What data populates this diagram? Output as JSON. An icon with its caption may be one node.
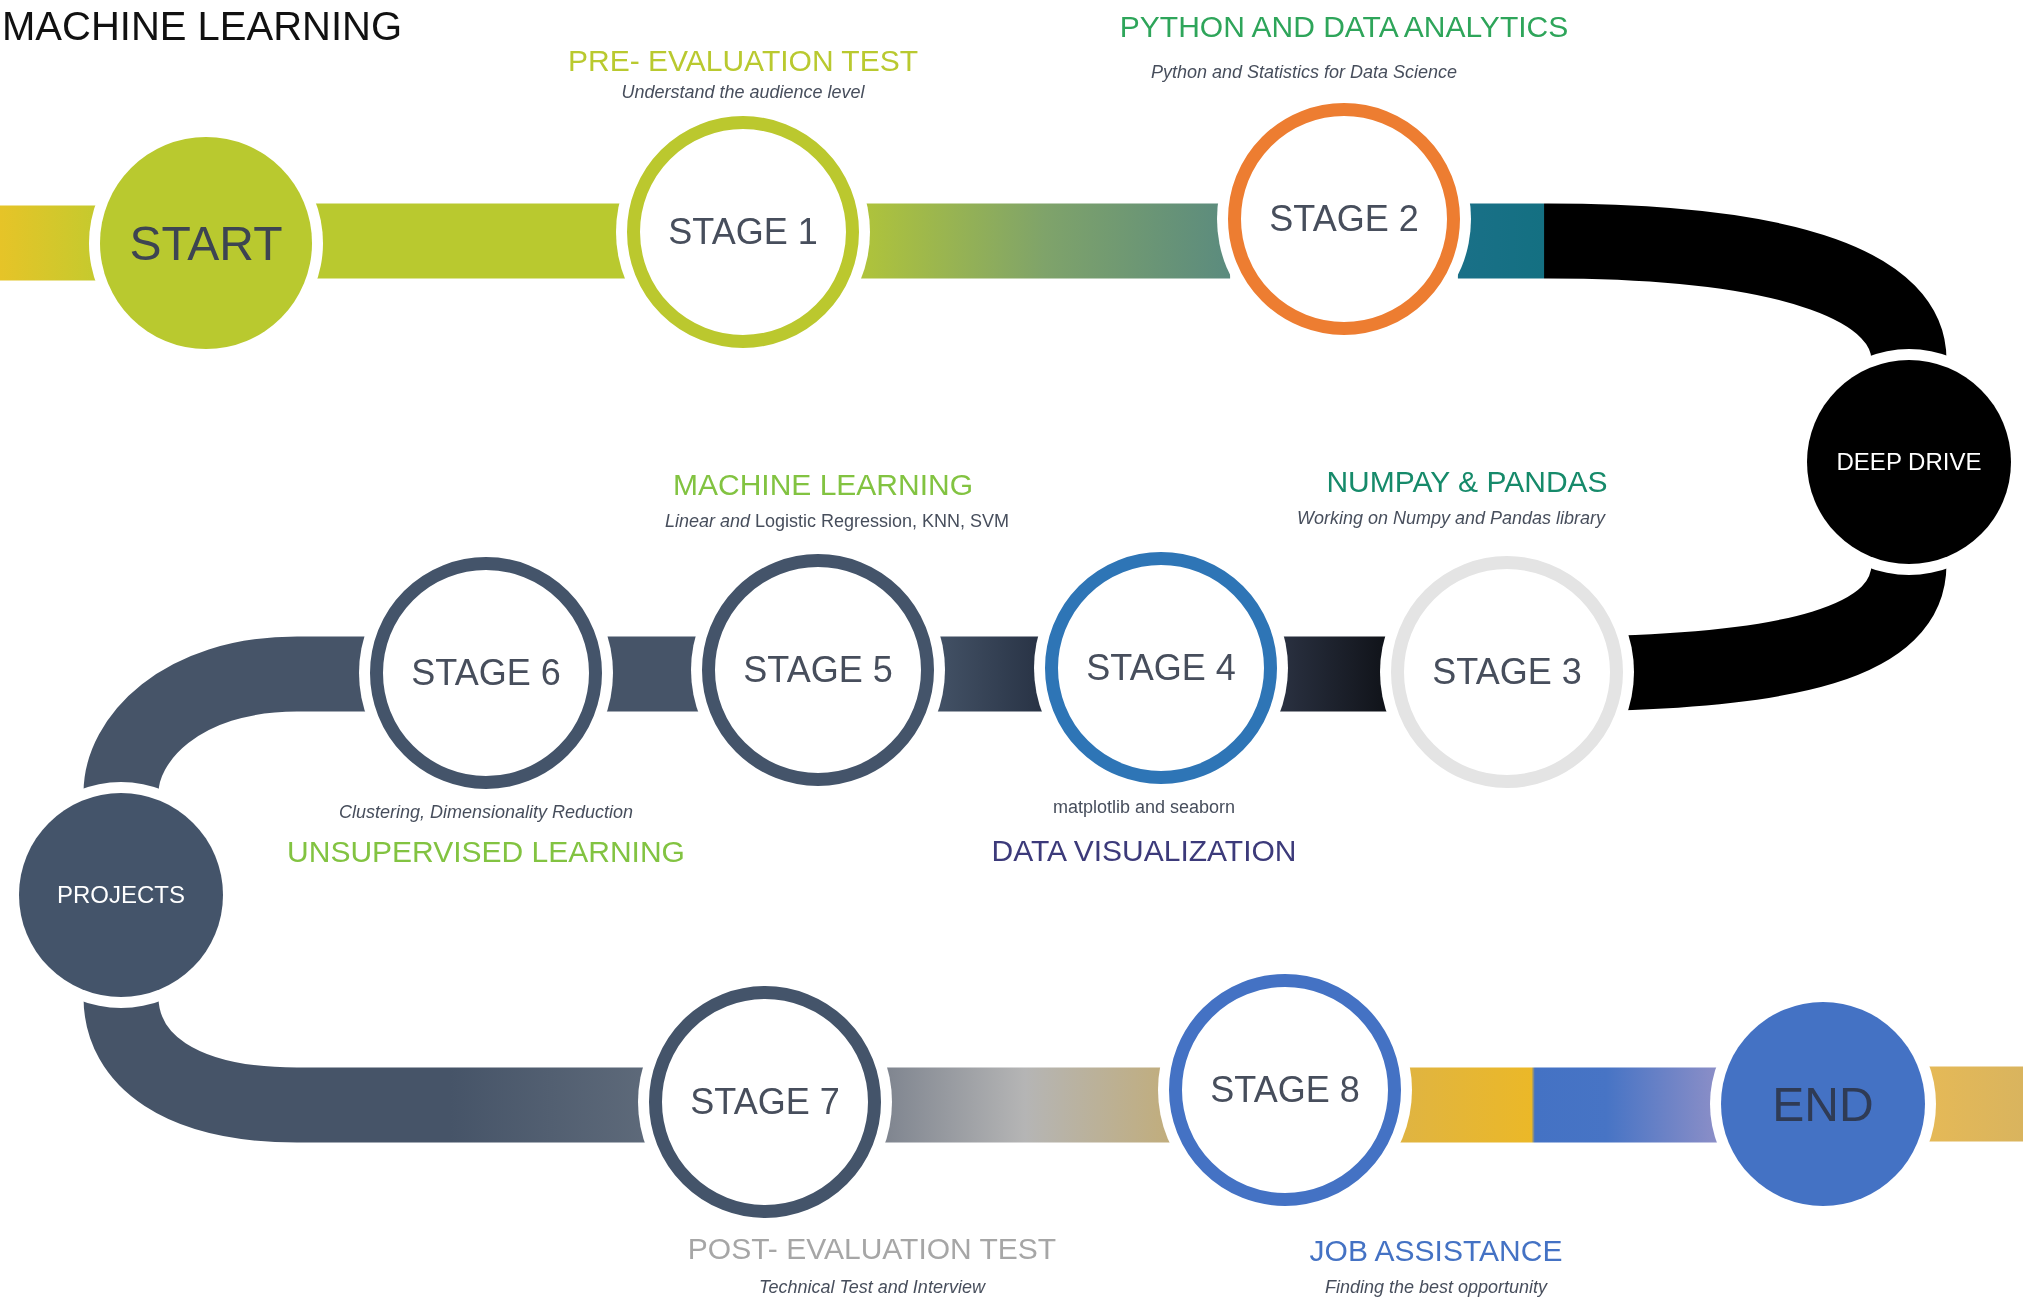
{
  "diagram": {
    "title": "MACHINE LEARNING",
    "nodes": [
      {
        "text": [
          "START"
        ]
      },
      {
        "text": [
          "STAGE 1"
        ],
        "beside": [
          "PRE- EVALUATION TEST",
          "Understand the audience level"
        ]
      },
      {
        "text": [
          "STAGE 2"
        ],
        "beside": [
          "PYTHON AND DATA ANALYTICS",
          "Python and Statistics for Data Science"
        ]
      },
      {
        "text": [
          "DEEP DRIVE"
        ]
      },
      {
        "text": [
          "STAGE 3"
        ],
        "beside": [
          "NUMPAY & PANDAS",
          "Working on Numpy and Pandas library"
        ]
      },
      {
        "text": [
          "STAGE 4"
        ],
        "beside": [
          "matplotlib  and seaborn",
          "DATA VISUALIZATION"
        ]
      },
      {
        "text": [
          "STAGE 5"
        ],
        "beside": [
          "MACHINE LEARNING",
          "*Linear and* Logistic Regression, KNN, SVM"
        ]
      },
      {
        "text": [
          "STAGE 6"
        ],
        "beside": [
          "Clustering, Dimensionality Reduction",
          "UNSUPERVISED LEARNING"
        ]
      },
      {
        "text": [
          "PROJECTS"
        ]
      },
      {
        "text": [
          "STAGE 7"
        ],
        "beside": [
          "POST- EVALUATION TEST",
          "Technical Test and Interview"
        ]
      },
      {
        "text": [
          "STAGE 8"
        ],
        "beside": [
          "JOB ASSISTANCE",
          "Finding the best opportunity"
        ]
      },
      {
        "text": [
          "END"
        ]
      }
    ],
    "edges": [
      {
        "from": null,
        "to": 0,
        "arrow": "none"
      },
      {
        "from": 0,
        "to": 1,
        "arrow": "none"
      },
      {
        "from": 1,
        "to": 2,
        "arrow": "none"
      },
      {
        "from": 2,
        "to": 3,
        "arrow": "none"
      },
      {
        "from": 3,
        "to": 4,
        "arrow": "none"
      },
      {
        "from": 4,
        "to": 5,
        "arrow": "none"
      },
      {
        "from": 5,
        "to": 6,
        "arrow": "none"
      },
      {
        "from": 6,
        "to": 7,
        "arrow": "none"
      },
      {
        "from": 7,
        "to": 8,
        "arrow": "none"
      },
      {
        "from": 8,
        "to": 9,
        "arrow": "none"
      },
      {
        "from": 9,
        "to": 10,
        "arrow": "none"
      },
      {
        "from": 10,
        "to": 11,
        "arrow": "none"
      },
      {
        "from": 11,
        "to": null,
        "arrow": "none"
      }
    ]
  }
}
